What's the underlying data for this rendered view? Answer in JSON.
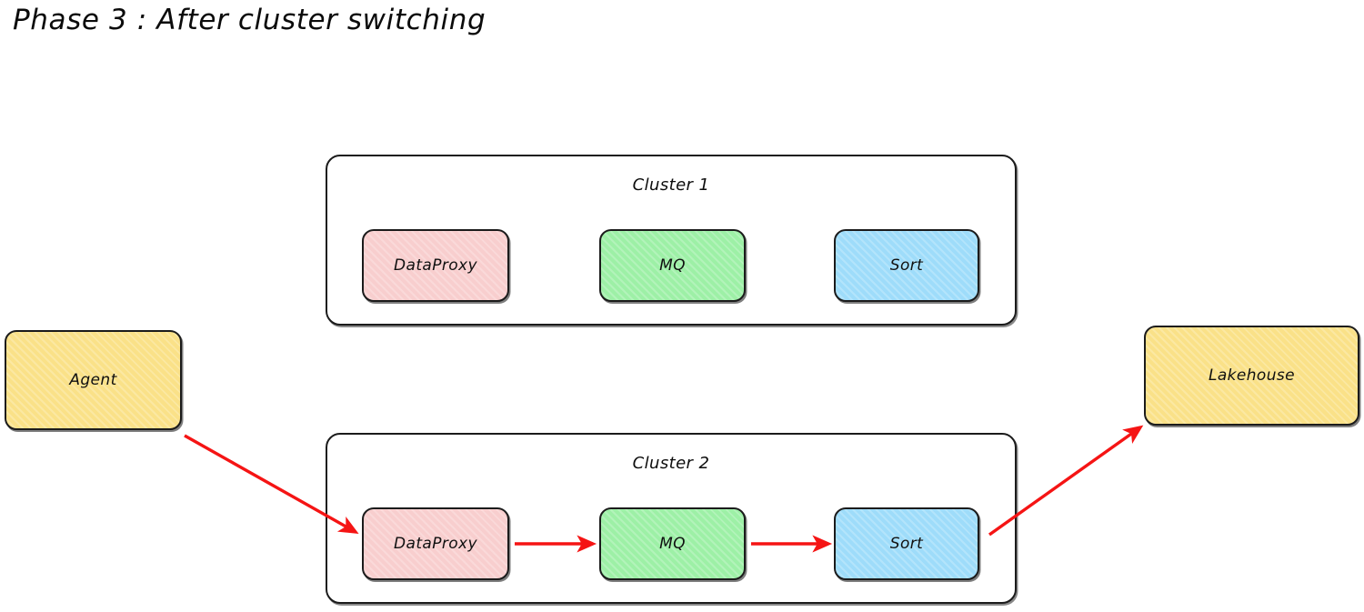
{
  "title": "Phase 3 : After cluster switching",
  "colors": {
    "pink": "#f8cece",
    "green": "#9df0a6",
    "blue": "#9edcfa",
    "yellow": "#fae188",
    "stroke": "#1b1b1b",
    "arrow": "#f51414",
    "background": "#ffffff"
  },
  "endpoints": {
    "agent": {
      "label": "Agent"
    },
    "lakehouse": {
      "label": "Lakehouse"
    }
  },
  "clusters": [
    {
      "id": "cluster-1",
      "label": "Cluster 1",
      "active": false,
      "nodes": [
        {
          "id": "dataproxy",
          "label": "DataProxy",
          "color": "pink"
        },
        {
          "id": "mq",
          "label": "MQ",
          "color": "green"
        },
        {
          "id": "sort",
          "label": "Sort",
          "color": "blue"
        }
      ]
    },
    {
      "id": "cluster-2",
      "label": "Cluster 2",
      "active": true,
      "nodes": [
        {
          "id": "dataproxy",
          "label": "DataProxy",
          "color": "pink"
        },
        {
          "id": "mq",
          "label": "MQ",
          "color": "green"
        },
        {
          "id": "sort",
          "label": "Sort",
          "color": "blue"
        }
      ]
    }
  ],
  "flow": {
    "description": "Traffic flows through Cluster 2 only",
    "edges": [
      {
        "id": "agent-to-dataproxy2",
        "from": "Agent",
        "to": "DataProxy (Cluster 2)"
      },
      {
        "id": "dataproxy2-to-mq2",
        "from": "DataProxy (Cluster 2)",
        "to": "MQ (Cluster 2)"
      },
      {
        "id": "mq2-to-sort2",
        "from": "MQ (Cluster 2)",
        "to": "Sort (Cluster 2)"
      },
      {
        "id": "sort2-to-lakehouse",
        "from": "Sort (Cluster 2)",
        "to": "Lakehouse"
      }
    ]
  }
}
